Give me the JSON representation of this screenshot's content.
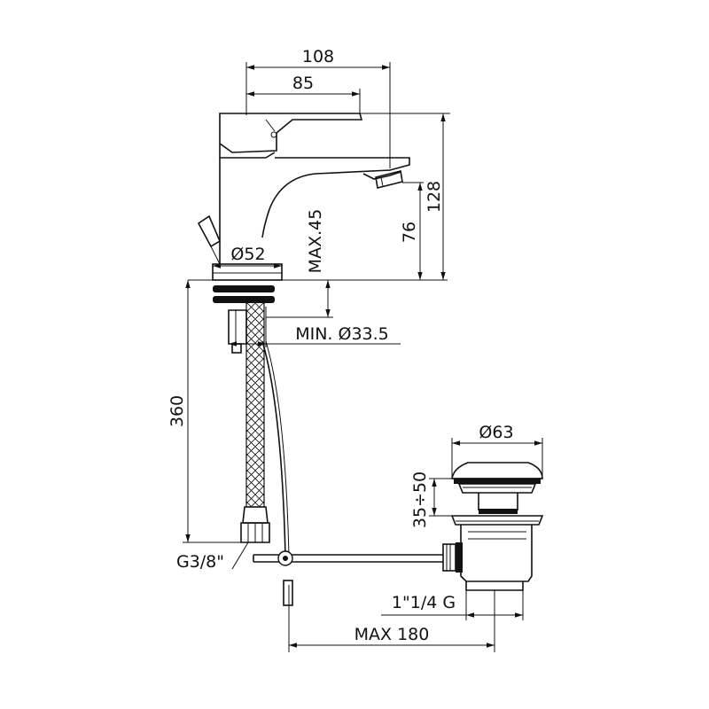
{
  "dimensions": {
    "width_108": "108",
    "width_85": "85",
    "height_128": "128",
    "height_76": "76",
    "max_45": "MAX.45",
    "dia_52": "Ø52",
    "min_dia": "MIN. Ø33.5",
    "hose_360": "360",
    "thread_g38": "G3/8\"",
    "dia_63": "Ø63",
    "range_35_50": "35÷50",
    "thread_114": "1\"1/4 G",
    "max_180": "MAX 180"
  },
  "colors": {
    "ink": "#111111",
    "background": "#ffffff"
  }
}
